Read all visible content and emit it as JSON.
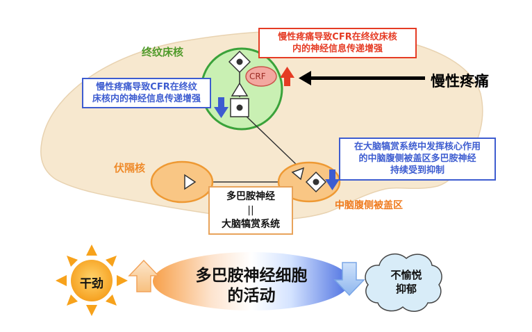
{
  "labels": {
    "bnst": "终纹床核",
    "nacc": "伏隔核",
    "vta": "中脑腹侧被盖区",
    "chronic_pain": "慢性疼痛",
    "crf": "CRF"
  },
  "callouts": {
    "red_top": [
      "慢性疼痛导致CFR在终纹床核",
      "内的神经信息传递增强"
    ],
    "blue_left": [
      "慢性疼痛导致CFR在终纹",
      "床核内的神经信息传递增强"
    ],
    "blue_right": [
      "在大脑犒赏系统中发挥核心作用",
      "的中脑腹侧被盖区多巴胺神经",
      "持续受到抑制"
    ]
  },
  "dopamine_box": {
    "line1": "多巴胺神经",
    "equals": "||",
    "line2": "大脑犒赏系统"
  },
  "activity": {
    "line1": "多巴胺神经细胞",
    "line2": "的活动"
  },
  "sun_label": "干劲",
  "cloud_label": [
    "不愉悦",
    "抑郁"
  ],
  "colors": {
    "brain": "#f7e8cf",
    "bnst_fill": "#c9f0b3",
    "bnst_stroke": "#3aa23a",
    "nucleus_fill": "#f9c684",
    "nucleus_stroke": "#ee9933",
    "red": "#e53b24",
    "blue": "#3d5cd0",
    "sun": "#f7a21b",
    "cloud": "#d8ecf8"
  }
}
